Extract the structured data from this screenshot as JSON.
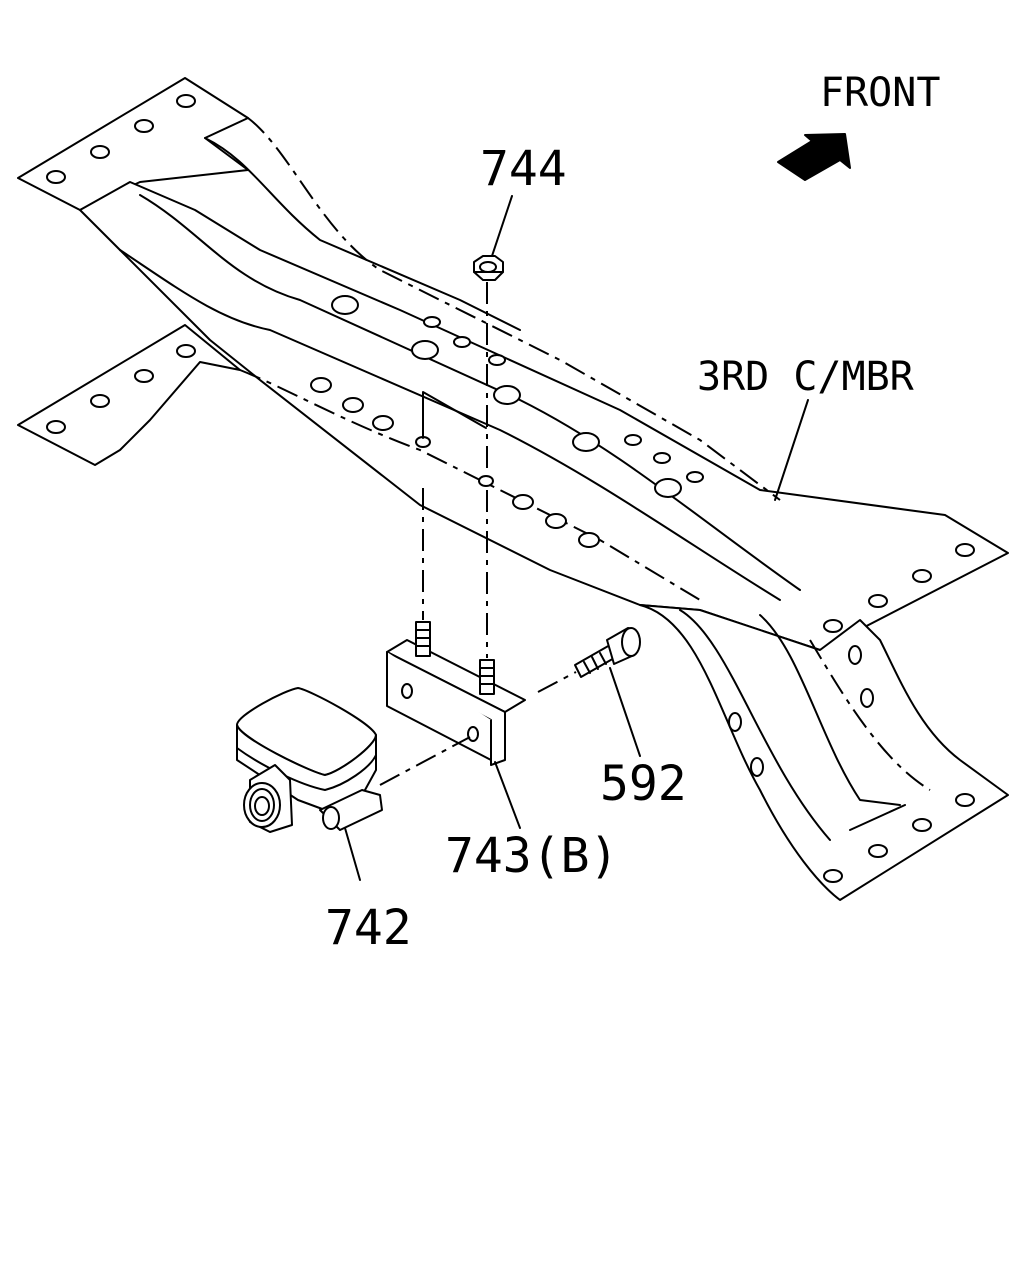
{
  "labels": {
    "front": "FRONT",
    "crossmember": "3RD C/MBR",
    "part_744": "744",
    "part_592": "592",
    "part_743b": "743(B)",
    "part_742": "742"
  },
  "colors": {
    "line": "#000000",
    "background": "#ffffff"
  }
}
